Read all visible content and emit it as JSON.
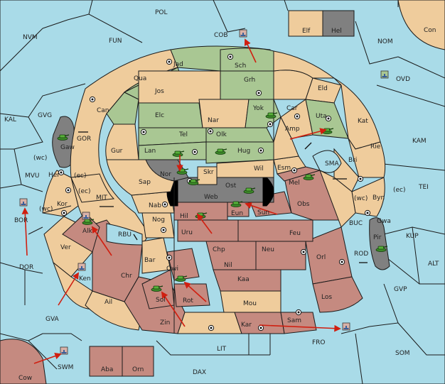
{
  "map_title": "",
  "colors": {
    "sea": "#a9dbe8",
    "neutral_land": "#efcc9c",
    "green_power": "#a9c793",
    "red_power": "#c58a80",
    "grey_power": "#808080",
    "move_arrow": "#d01f10"
  },
  "icons": {
    "supply_center": "sc-dot-icon",
    "army": "army-icon",
    "fleet": "fleet-icon",
    "move": "arrow-icon",
    "bidirectional_strait": "double-arrow-icon"
  },
  "labels": {
    "POL": "POL",
    "NVM": "NVM",
    "FUN": "FUN",
    "COB": "COB",
    "NOM": "NOM",
    "Elf": "Elf",
    "Hel": "Hel",
    "Con": "Con",
    "OVD": "OVD",
    "KAL": "KAL",
    "GVG": "GVG",
    "GOR": "GOR",
    "Gaw": "Gaw",
    "Jad": "Jad",
    "Sch": "Sch",
    "Qua": "Qua",
    "Jos": "Jos",
    "Grh": "Grh",
    "Eld": "Eld",
    "Can": "Can",
    "Car": "Car",
    "Yok": "Yok",
    "Nar": "Nar",
    "Uta": "Uta",
    "Kat": "Kat",
    "KAM": "KAM",
    "Elc": "Elc",
    "Tel": "Tel",
    "Olk": "Olk",
    "Amp": "Amp",
    "Gur": "Gur",
    "Lan": "Lan",
    "Hug": "Hug",
    "Rie": "Rie",
    "Bri": "Bri",
    "wc1": "(wc)",
    "ec1": "(ec)",
    "Her": "Her",
    "MVU": "MVU",
    "Nor": "Nor",
    "Wil": "Wil",
    "Esm": "Esm",
    "SMA": "SMA",
    "Skr": "Skr",
    "Ost": "Ost",
    "Web": "Web",
    "Sap": "Sap",
    "Mel": "Mel",
    "TEI": "TEI",
    "ec2": "(ec)",
    "Byn": "Byn",
    "wc2": "(wc)",
    "Kor": "Kor",
    "MIT": "MIT",
    "ec3": "(ec)",
    "BOR": "BOR",
    "wc3": "(wc)",
    "Nab": "Nab",
    "Eun": "Eun",
    "Sun": "Sun",
    "Obs": "Obs",
    "Gwa": "Gwa",
    "Hil": "Hil",
    "Alk": "Alk",
    "Nog": "Nog",
    "RBU": "RBU",
    "Uru": "Uru",
    "Feu": "Feu",
    "BUC": "BUC",
    "Pir": "Pir",
    "KUP": "KUP",
    "Ver": "Ver",
    "Chp": "Chp",
    "Neu": "Neu",
    "Orl": "Orl",
    "DOR": "DOR",
    "Bar": "Bar",
    "Qwi": "Qwi",
    "Nil": "Nil",
    "ROD": "ROD",
    "ALT": "ALT",
    "Ken": "Ken",
    "Chr": "Chr",
    "Kaa": "Kaa",
    "GVP": "GVP",
    "Sol": "Sol",
    "Rot": "Rot",
    "Los": "Los",
    "Ail": "Ail",
    "Mou": "Mou",
    "GVA": "GVA",
    "Zin": "Zin",
    "Kar": "Kar",
    "Sam": "Sam",
    "FRO": "FRO",
    "LIT": "LIT",
    "SOM": "SOM",
    "SWM": "SWM",
    "Aba": "Aba",
    "Orn": "Orn",
    "Cow": "Cow",
    "DAX": "DAX"
  }
}
